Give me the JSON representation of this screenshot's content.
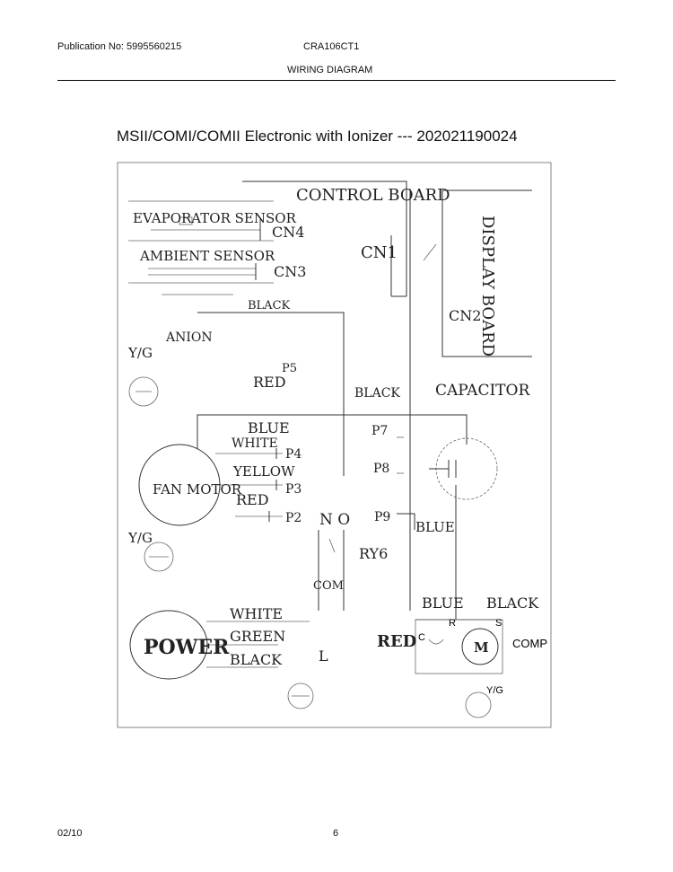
{
  "header": {
    "publication": "Publication No: 5995560215",
    "model": "CRA106CT1",
    "section": "WIRING DIAGRAM"
  },
  "title": "MSII/COMI/COMII Electronic with Ionizer --- 202021190024",
  "diagram": {
    "control_board": "CONTROL BOARD",
    "display_board": "DISPLAY BOARD",
    "cn1": "CN1",
    "cn2": "CN2",
    "cn3": "CN3",
    "cn4": "CN4",
    "evaporator_sensor": "EVAPORATOR SENSOR",
    "ambient_sensor": "AMBIENT SENSOR",
    "black_top": "BLACK",
    "anion": "ANION",
    "yg_1": "Y/G",
    "red_p5": "RED",
    "p5": "P5",
    "black_mid": "BLACK",
    "capacitor": "CAPACITOR",
    "blue_fan": "BLUE",
    "white_fan": "WHITE",
    "p4": "P4",
    "yellow_fan": "YELLOW",
    "p3": "P3",
    "red_fan": "RED",
    "p2": "P2",
    "fan_motor": "FAN MOTOR",
    "p7": "P7",
    "p8": "P8",
    "p9": "P9",
    "blue_p9": "BLUE",
    "no": "N O",
    "ry6": "RY6",
    "com": "COM",
    "yg_2": "Y/G",
    "blue_comp": "BLUE",
    "black_comp": "BLACK",
    "c": "C",
    "r": "R",
    "s": "S",
    "m": "M",
    "comp": "COMP",
    "white_power": "WHITE",
    "green_power": "GREEN",
    "black_power": "BLACK",
    "power": "POWER",
    "l": "L",
    "red_bottom": "RED",
    "yg_3": "Y/G"
  },
  "footer": {
    "date": "02/10",
    "page": "6"
  }
}
